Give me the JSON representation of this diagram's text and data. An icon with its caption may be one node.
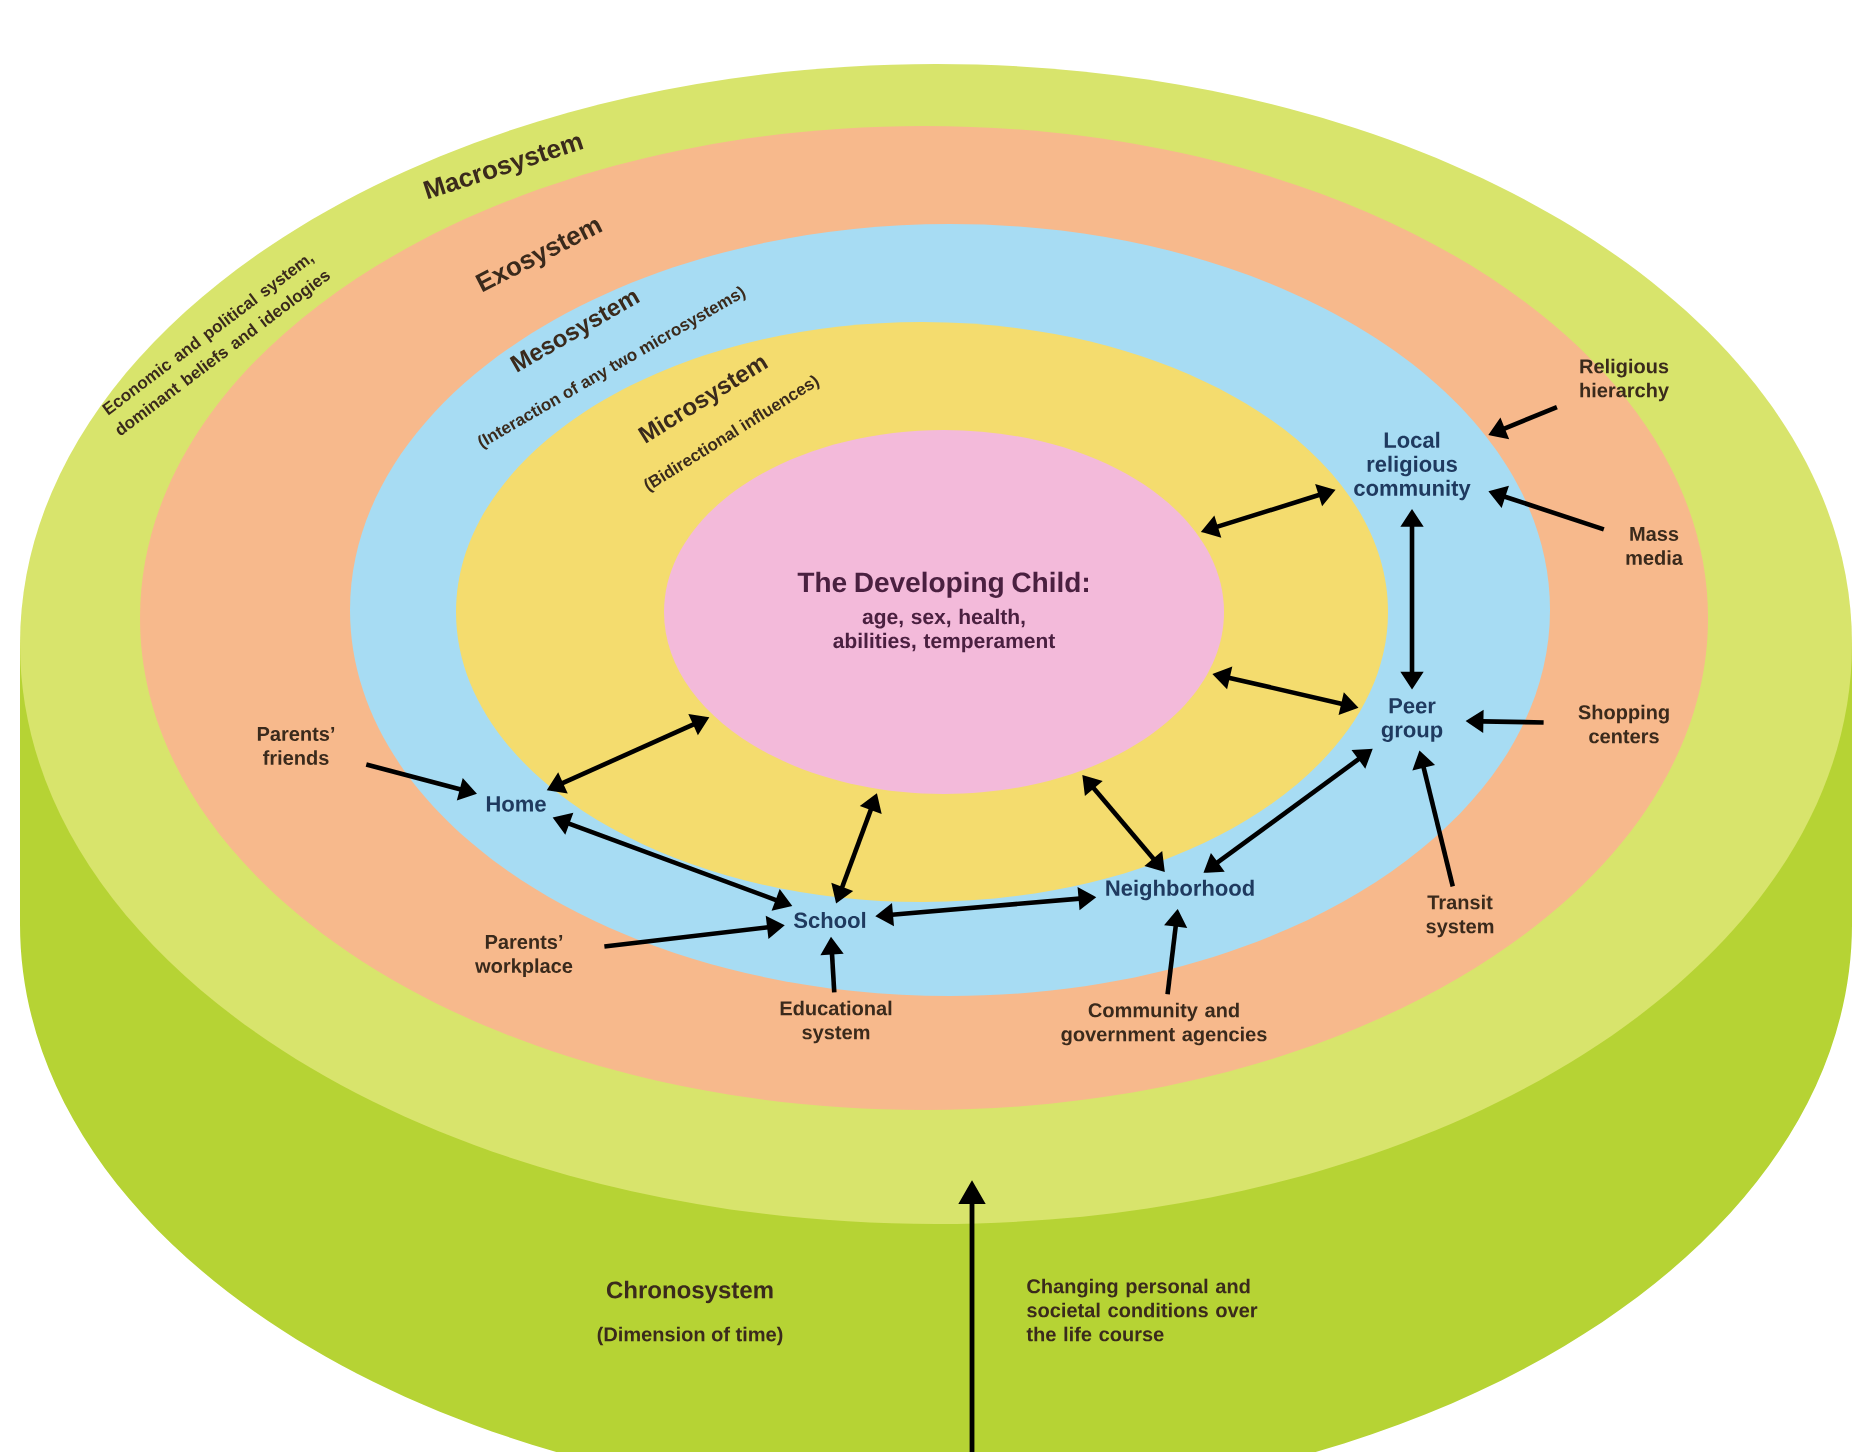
{
  "diagram": {
    "nodes": [
      {
        "text": [
          "Macrosystem",
          "Economic and political system, dominant beliefs and ideologies"
        ]
      },
      {
        "text": [
          "Exosystem"
        ],
        "in": 0
      },
      {
        "text": [
          "Mesosystem",
          "(Interaction of any two microsystems)"
        ],
        "in": 1
      },
      {
        "text": [
          "Microsystem",
          "(Bidirectional influences)"
        ],
        "in": 2
      },
      {
        "text": [
          "The Developing Child:",
          "age, sex, health, abilities, temperament"
        ],
        "in": 3
      },
      {
        "text": [
          "Home"
        ],
        "in": 2
      },
      {
        "text": [
          "School"
        ],
        "in": 2
      },
      {
        "text": [
          "Neighborhood"
        ],
        "in": 2
      },
      {
        "text": [
          "Peer group"
        ],
        "in": 2
      },
      {
        "text": [
          "Local religious community"
        ],
        "in": 2
      },
      {
        "text": [
          "Parents’ friends"
        ],
        "in": 1
      },
      {
        "text": [
          "Parents’ workplace"
        ],
        "in": 1
      },
      {
        "text": [
          "Educational system"
        ],
        "in": 1
      },
      {
        "text": [
          "Community and government agencies"
        ],
        "in": 1
      },
      {
        "text": [
          "Transit system"
        ],
        "in": 1
      },
      {
        "text": [
          "Shopping centers"
        ],
        "in": 1
      },
      {
        "text": [
          "Mass media"
        ],
        "in": 1
      },
      {
        "text": [
          "Religious hierarchy"
        ],
        "in": 1
      }
    ],
    "edges": [
      {
        "from": 4,
        "to": 5,
        "arrow": "both"
      },
      {
        "from": 4,
        "to": 6,
        "arrow": "both"
      },
      {
        "from": 4,
        "to": 7,
        "arrow": "both"
      },
      {
        "from": 4,
        "to": 8,
        "arrow": "both"
      },
      {
        "from": 4,
        "to": 9,
        "arrow": "both"
      },
      {
        "from": 5,
        "to": 6,
        "arrow": "both"
      },
      {
        "from": 6,
        "to": 7,
        "arrow": "both"
      },
      {
        "from": 7,
        "to": 8,
        "arrow": "both"
      },
      {
        "from": 8,
        "to": 9,
        "arrow": "both"
      },
      {
        "from": 10,
        "to": 5,
        "arrow": "to"
      },
      {
        "from": 11,
        "to": 6,
        "arrow": "to"
      },
      {
        "from": 12,
        "to": 6,
        "arrow": "to"
      },
      {
        "from": 13,
        "to": 7,
        "arrow": "to"
      },
      {
        "from": 14,
        "to": 8,
        "arrow": "to"
      },
      {
        "from": 15,
        "to": 8,
        "arrow": "to"
      },
      {
        "from": 16,
        "to": 9,
        "arrow": "to"
      },
      {
        "from": 17,
        "to": 9,
        "arrow": "to"
      }
    ],
    "labels": [
      "Chronosystem",
      "(Dimension of time)",
      "Changing personal and societal conditions over the life course"
    ]
  }
}
